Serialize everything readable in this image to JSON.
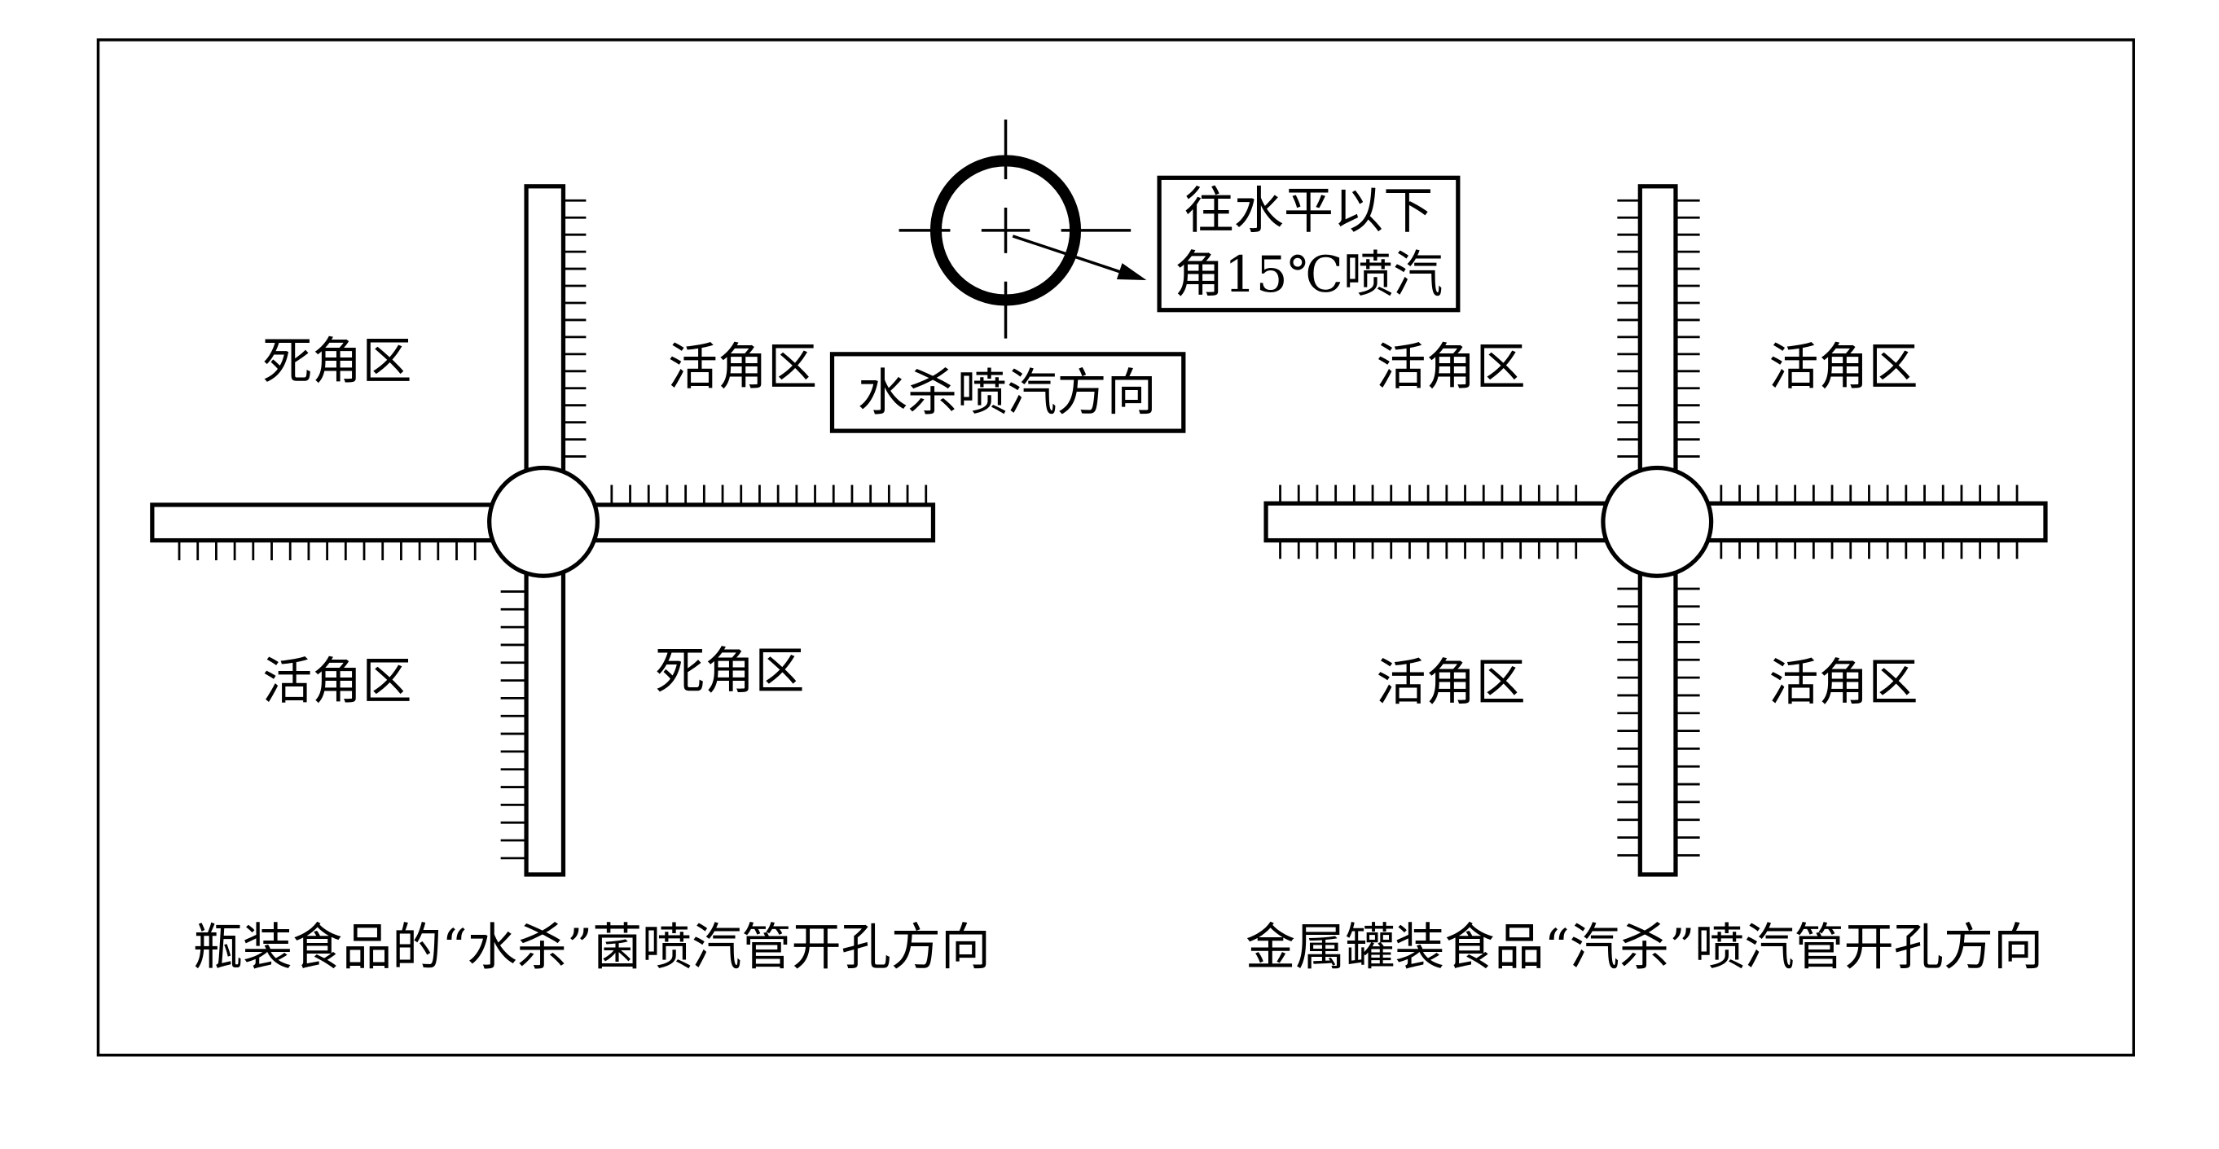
{
  "bottle_diagram": {
    "zones": {
      "upper_left": "死角区",
      "upper_right": "活角区",
      "lower_left": "活角区",
      "lower_right": "死角区"
    },
    "caption": "瓶装食品的“水杀”菌喷汽管开孔方向"
  },
  "can_diagram": {
    "zones": {
      "upper_left": "活角区",
      "upper_right": "活角区",
      "lower_left": "活角区",
      "lower_right": "活角区"
    },
    "caption": "金属罐装食品“汽杀”喷汽管开孔方向"
  },
  "pipe_section": {
    "direction_note": [
      "往水平以下",
      "角15℃喷汽"
    ],
    "label": "水杀喷汽方向"
  },
  "colors": {
    "ink": "#000000",
    "paper": "#ffffff"
  }
}
